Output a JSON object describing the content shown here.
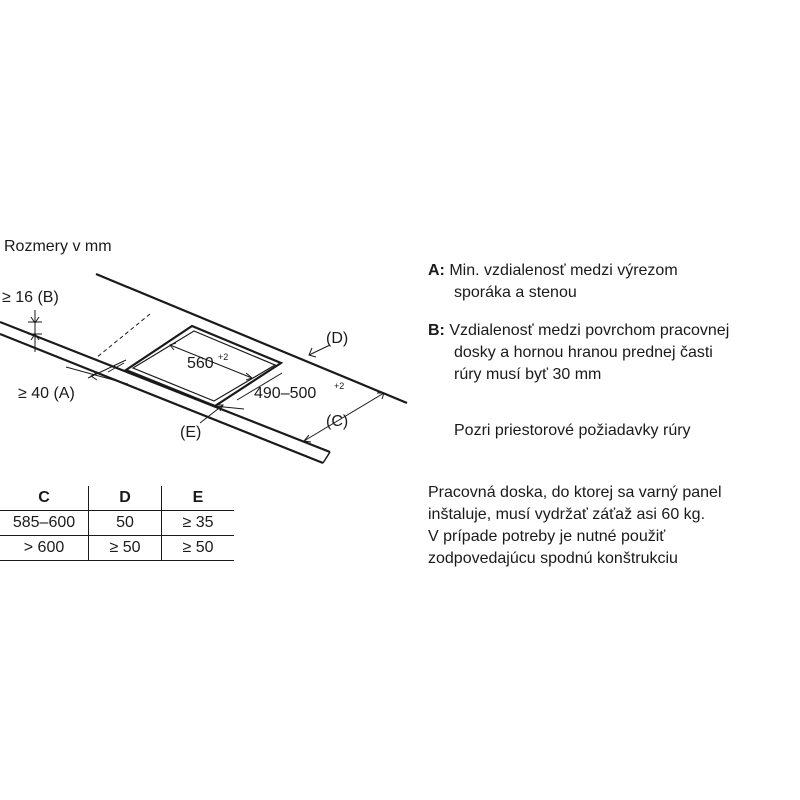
{
  "title": "Rozmery v mm",
  "diagram": {
    "label_b": "≥ 16 (B)",
    "label_a": "≥ 40 (A)",
    "label_d": "(D)",
    "label_c": "(C)",
    "label_e": "(E)",
    "dim_width": "560",
    "dim_width_tol": "+2",
    "dim_depth": "490–500",
    "dim_depth_tol": "+2"
  },
  "table": {
    "headers": [
      "C",
      "D",
      "E"
    ],
    "rows": [
      [
        "585–600",
        "50",
        "≥ 35"
      ],
      [
        "> 600",
        "≥ 50",
        "≥ 50"
      ]
    ]
  },
  "notes": {
    "a_key": "A:",
    "a_line1": "Min. vzdialenosť medzi výrezom",
    "a_line2": "sporáka a stenou",
    "b_key": "B:",
    "b_line1": "Vzdialenosť medzi povrchom pracovnej",
    "b_line2": "dosky a hornou hranou prednej časti",
    "b_line3": "rúry musí byť 30 mm",
    "oven_ref": "Pozri priestorové požiadavky rúry",
    "worktop_line1": "Pracovná doska, do ktorej sa varný panel",
    "worktop_line2": "inštaluje, musí vydržať záťaž asi 60 kg.",
    "worktop_line3": "V prípade potreby je nutné použiť",
    "worktop_line4": "zodpovedajúcu spodnú konštrukciu"
  }
}
